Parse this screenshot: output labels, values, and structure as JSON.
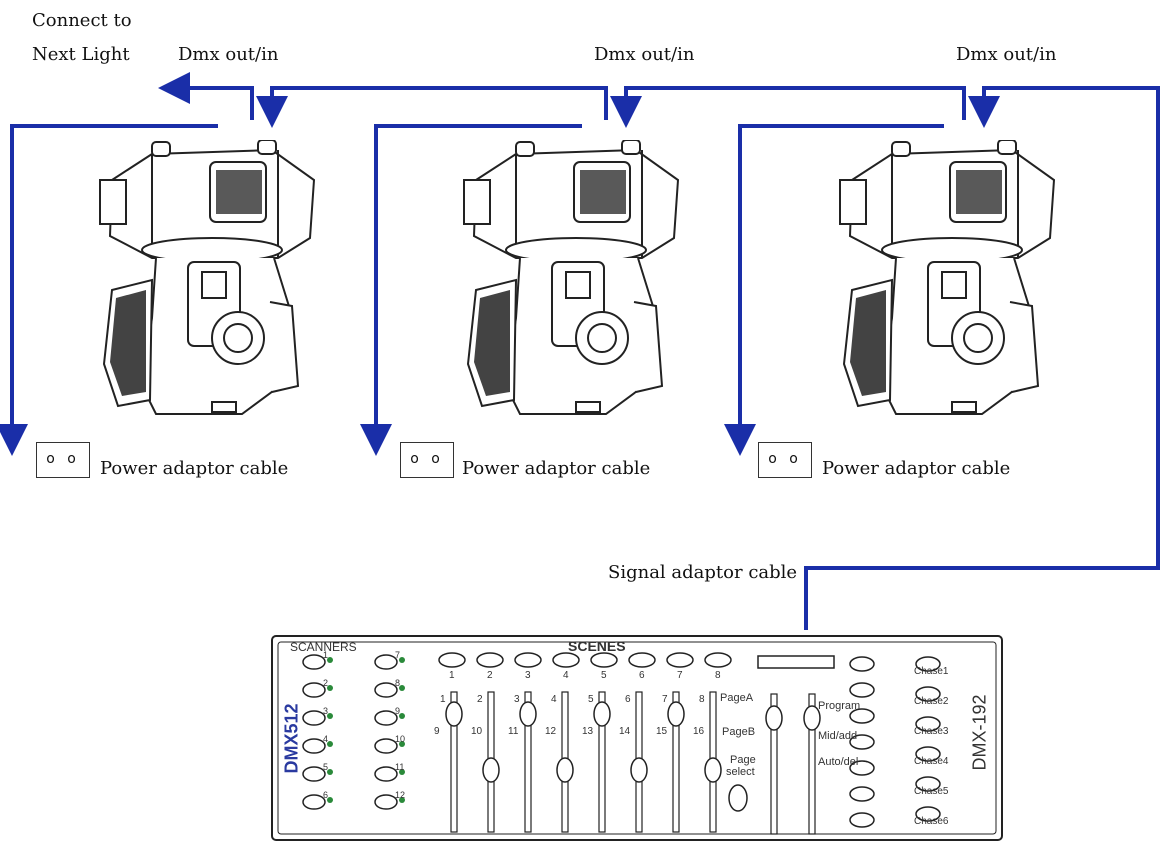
{
  "labels": {
    "connect_line1": "Connect to",
    "connect_line2": "Next Light",
    "dmx1": "Dmx out/in",
    "dmx2": "Dmx out/in",
    "dmx3": "Dmx out/in",
    "power1": "Power adaptor cable",
    "power2": "Power adaptor cable",
    "power3": "Power adaptor cable",
    "signal": "Signal adaptor cable"
  },
  "plug_glyph": "o o",
  "controller": {
    "model_left": "DMX512",
    "model_right": "DMX-192",
    "scanners": "SCANNERS",
    "scenes": "SCENES",
    "scene_numbers": [
      "1",
      "2",
      "3",
      "4",
      "5",
      "6",
      "7",
      "8"
    ],
    "fader_top_numbers": [
      "1",
      "2",
      "3",
      "4",
      "5",
      "6",
      "7",
      "8"
    ],
    "fader_bottom_numbers": [
      "9",
      "10",
      "11",
      "12",
      "13",
      "14",
      "15",
      "16"
    ],
    "page_a": "PageA",
    "page_b": "PageB",
    "page_select_1": "Page",
    "page_select_2": "select",
    "program": "Program",
    "midi_add": "Mid/add",
    "auto_del": "Auto/del",
    "scanner_numbers": [
      "1",
      "2",
      "3",
      "4",
      "5",
      "6",
      "7",
      "8",
      "9",
      "10",
      "11",
      "12"
    ],
    "chases": [
      "Chase1",
      "Chase2",
      "Chase3",
      "Chase4",
      "Chase5",
      "Chase6"
    ]
  },
  "colors": {
    "wire": "#1a2ea8",
    "line": "#222222",
    "brand": "#2a3aa0"
  }
}
